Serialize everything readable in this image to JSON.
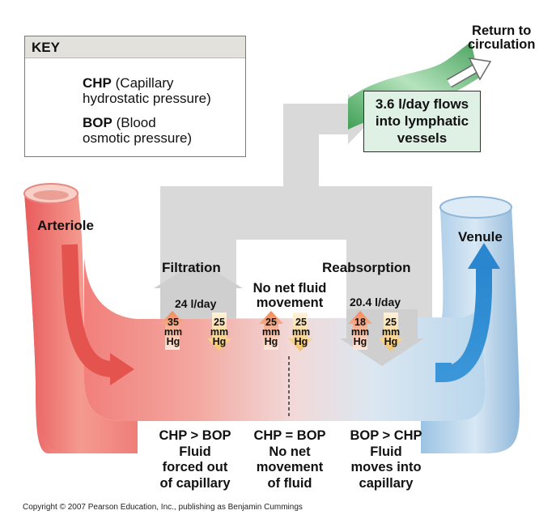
{
  "key": {
    "title": "KEY",
    "chp_abbr": "CHP",
    "chp_line1": "(Capillary",
    "chp_line2": "hydrostatic pressure)",
    "bop_abbr": "BOP",
    "bop_line1": "(Blood",
    "bop_line2": "osmotic pressure)"
  },
  "return_label": "Return to\ncirculation",
  "lymph_box": "3.6 l/day flows\ninto lymphatic\nvessels",
  "arteriole_label": "Arteriole",
  "venule_label": "Venule",
  "zones": [
    {
      "title": "Filtration",
      "rate": "24 l/day",
      "chp": "35\nmm\nHg",
      "bop": "25\nmm\nHg",
      "caption": "CHP > BOP\nFluid\nforced out\nof capillary"
    },
    {
      "title": "No net fluid\nmovement",
      "chp": "25\nmm\nHg",
      "bop": "25\nmm\nHg",
      "caption": "CHP = BOP\nNo net\nmovement\nof fluid"
    },
    {
      "title": "Reabsorption",
      "rate": "20.4 l/day",
      "chp": "18\nmm\nHg",
      "bop": "25\nmm\nHg",
      "caption": "BOP > CHP\nFluid\nmoves into\ncapillary"
    }
  ],
  "copyright": "Copyright © 2007 Pearson Education, Inc., publishing as Benjamin Cummings",
  "colors": {
    "arteriole": "#f0787a",
    "venule": "#a9cce8",
    "chp_arrow": "#f08a5d",
    "bop_arrow": "#f3c46a",
    "gray_flow": "#d9d9d9",
    "lymph_vessel": "#58b86b",
    "lymph_box_bg": "#dff0e5"
  }
}
